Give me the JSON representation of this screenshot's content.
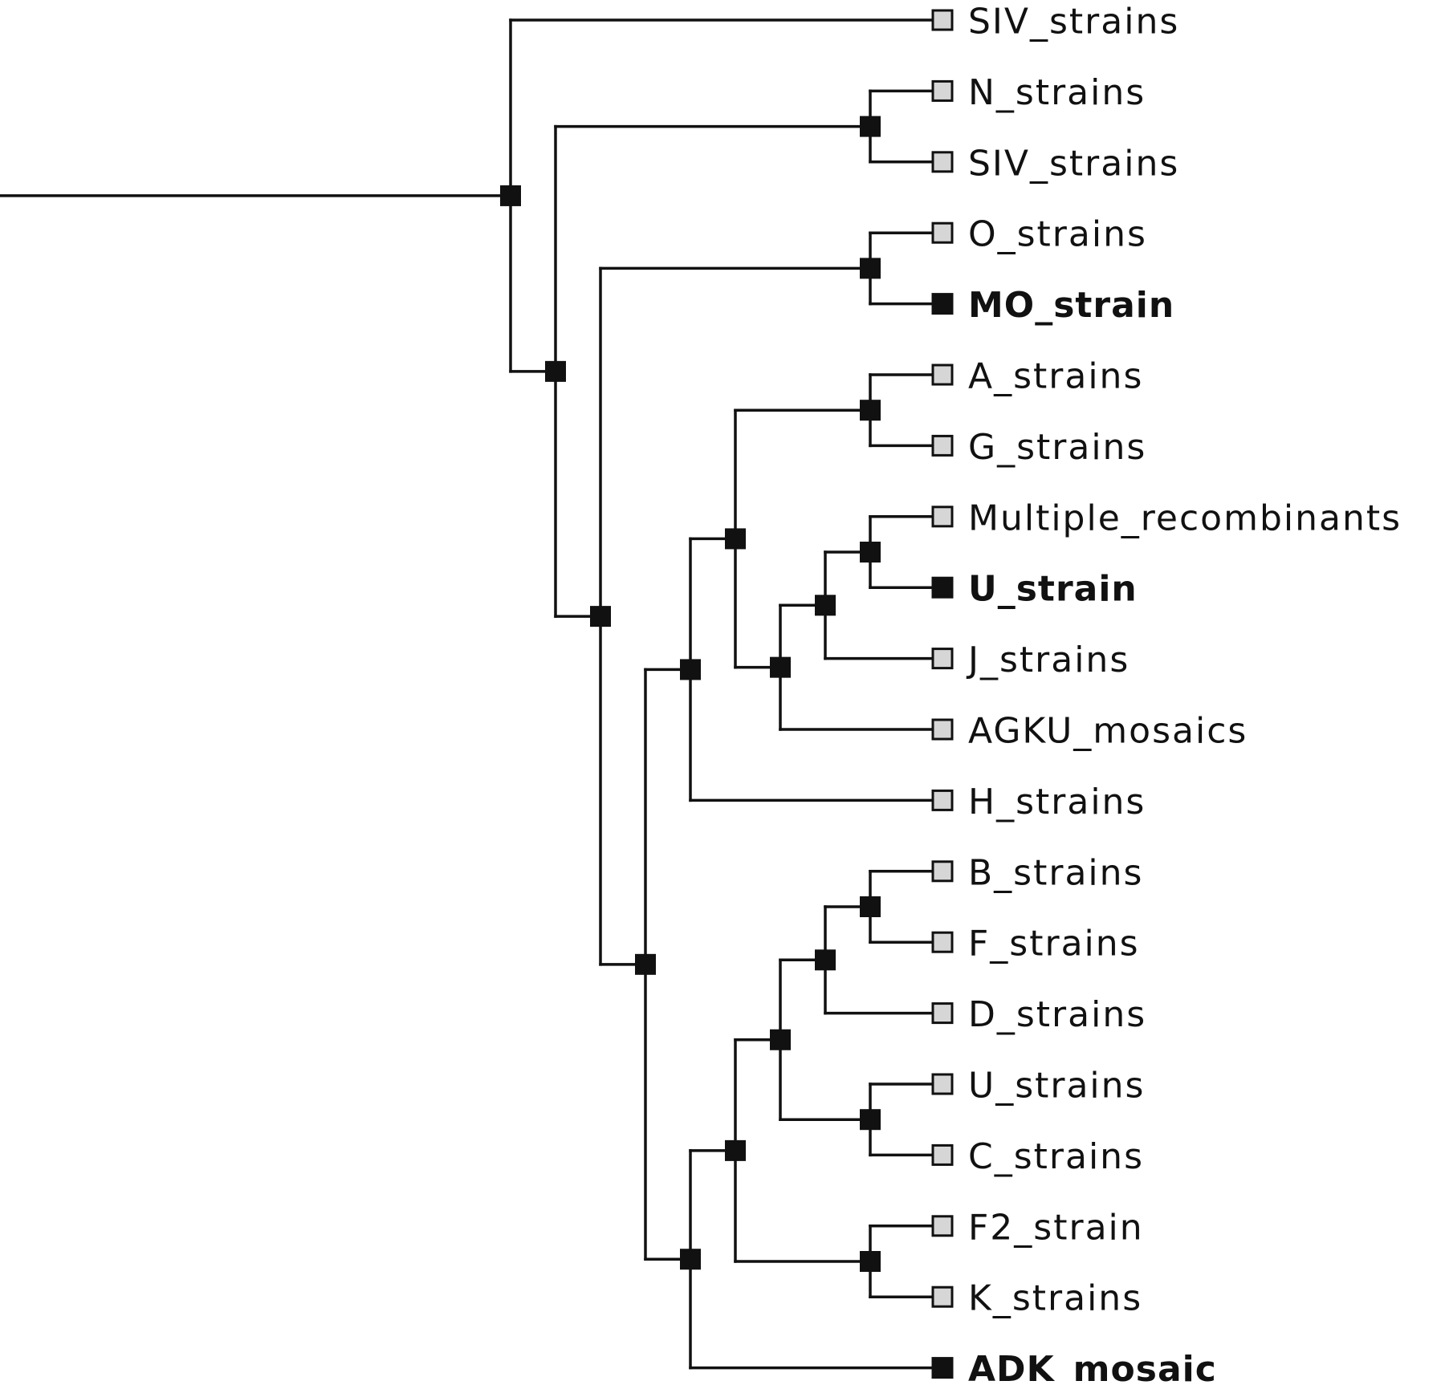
{
  "tree": {
    "root": {
      "children": [
        {
          "label": "SIV_strains",
          "style": "open"
        },
        {
          "children": [
            {
              "children": [
                {
                  "label": "N_strains",
                  "style": "open"
                },
                {
                  "label": "SIV_strains",
                  "style": "open"
                }
              ]
            },
            {
              "children": [
                {
                  "children": [
                    {
                      "label": "O_strains",
                      "style": "open"
                    },
                    {
                      "label": "MO_strain",
                      "style": "solid"
                    }
                  ]
                },
                {
                  "children": [
                    {
                      "children": [
                        {
                          "children": [
                            {
                              "children": [
                                {
                                  "label": "A_strains",
                                  "style": "open"
                                },
                                {
                                  "label": "G_strains",
                                  "style": "open"
                                }
                              ]
                            },
                            {
                              "children": [
                                {
                                  "children": [
                                    {
                                      "children": [
                                        {
                                          "label": "Multiple_recombinants",
                                          "style": "open"
                                        },
                                        {
                                          "label": "U_strain",
                                          "style": "solid"
                                        }
                                      ]
                                    },
                                    {
                                      "label": "J_strains",
                                      "style": "open"
                                    }
                                  ]
                                },
                                {
                                  "label": "AGKU_mosaics",
                                  "style": "open"
                                }
                              ]
                            }
                          ]
                        },
                        {
                          "label": "H_strains",
                          "style": "open"
                        }
                      ]
                    },
                    {
                      "children": [
                        {
                          "children": [
                            {
                              "children": [
                                {
                                  "children": [
                                    {
                                      "children": [
                                        {
                                          "label": "B_strains",
                                          "style": "open"
                                        },
                                        {
                                          "label": "F_strains",
                                          "style": "open"
                                        }
                                      ]
                                    },
                                    {
                                      "label": "D_strains",
                                      "style": "open"
                                    }
                                  ]
                                },
                                {
                                  "children": [
                                    {
                                      "label": "U_strains",
                                      "style": "open"
                                    },
                                    {
                                      "label": "C_strains",
                                      "style": "open"
                                    }
                                  ]
                                }
                              ]
                            },
                            {
                              "children": [
                                {
                                  "label": "F2_strain",
                                  "style": "open"
                                },
                                {
                                  "label": "K_strains",
                                  "style": "open"
                                }
                              ]
                            }
                          ]
                        },
                        {
                          "label": "ADK_mosaic",
                          "style": "solid"
                        }
                      ]
                    }
                  ]
                }
              ]
            }
          ]
        }
      ]
    }
  }
}
